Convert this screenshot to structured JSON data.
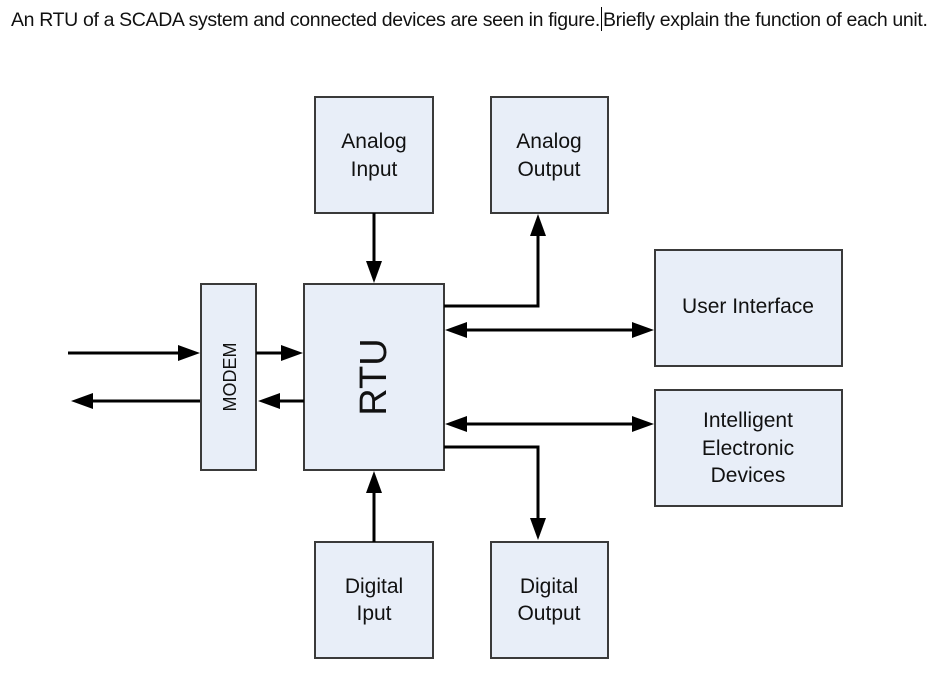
{
  "question": {
    "part1": "An RTU of a SCADA system and connected devices are seen in figure.",
    "part2": "Briefly explain the function of each unit."
  },
  "diagram": {
    "box_fill": "#e8eef8",
    "box_stroke": "#3a3a3a",
    "blocks": {
      "analog_input": [
        "Analog",
        "Input"
      ],
      "analog_output": [
        "Analog",
        "Output"
      ],
      "rtu": "RTU",
      "modem": "MODEM",
      "user_interface": "User Interface",
      "ied": [
        "Intelligent",
        "Electronic",
        "Devices"
      ],
      "digital_input": [
        "Digital",
        "Iput"
      ],
      "digital_output": [
        "Digital",
        "Output"
      ]
    },
    "connections": [
      {
        "from": "external",
        "to": "modem",
        "direction": "in"
      },
      {
        "from": "modem",
        "to": "external",
        "direction": "out"
      },
      {
        "from": "modem",
        "to": "rtu",
        "direction": "one-way"
      },
      {
        "from": "rtu",
        "to": "modem",
        "direction": "one-way"
      },
      {
        "from": "analog_input",
        "to": "rtu",
        "direction": "one-way"
      },
      {
        "from": "rtu",
        "to": "analog_output",
        "direction": "one-way"
      },
      {
        "from": "rtu",
        "to": "user_interface",
        "direction": "bidirectional"
      },
      {
        "from": "rtu",
        "to": "ied",
        "direction": "bidirectional"
      },
      {
        "from": "digital_input",
        "to": "rtu",
        "direction": "one-way"
      },
      {
        "from": "rtu",
        "to": "digital_output",
        "direction": "one-way"
      }
    ]
  }
}
